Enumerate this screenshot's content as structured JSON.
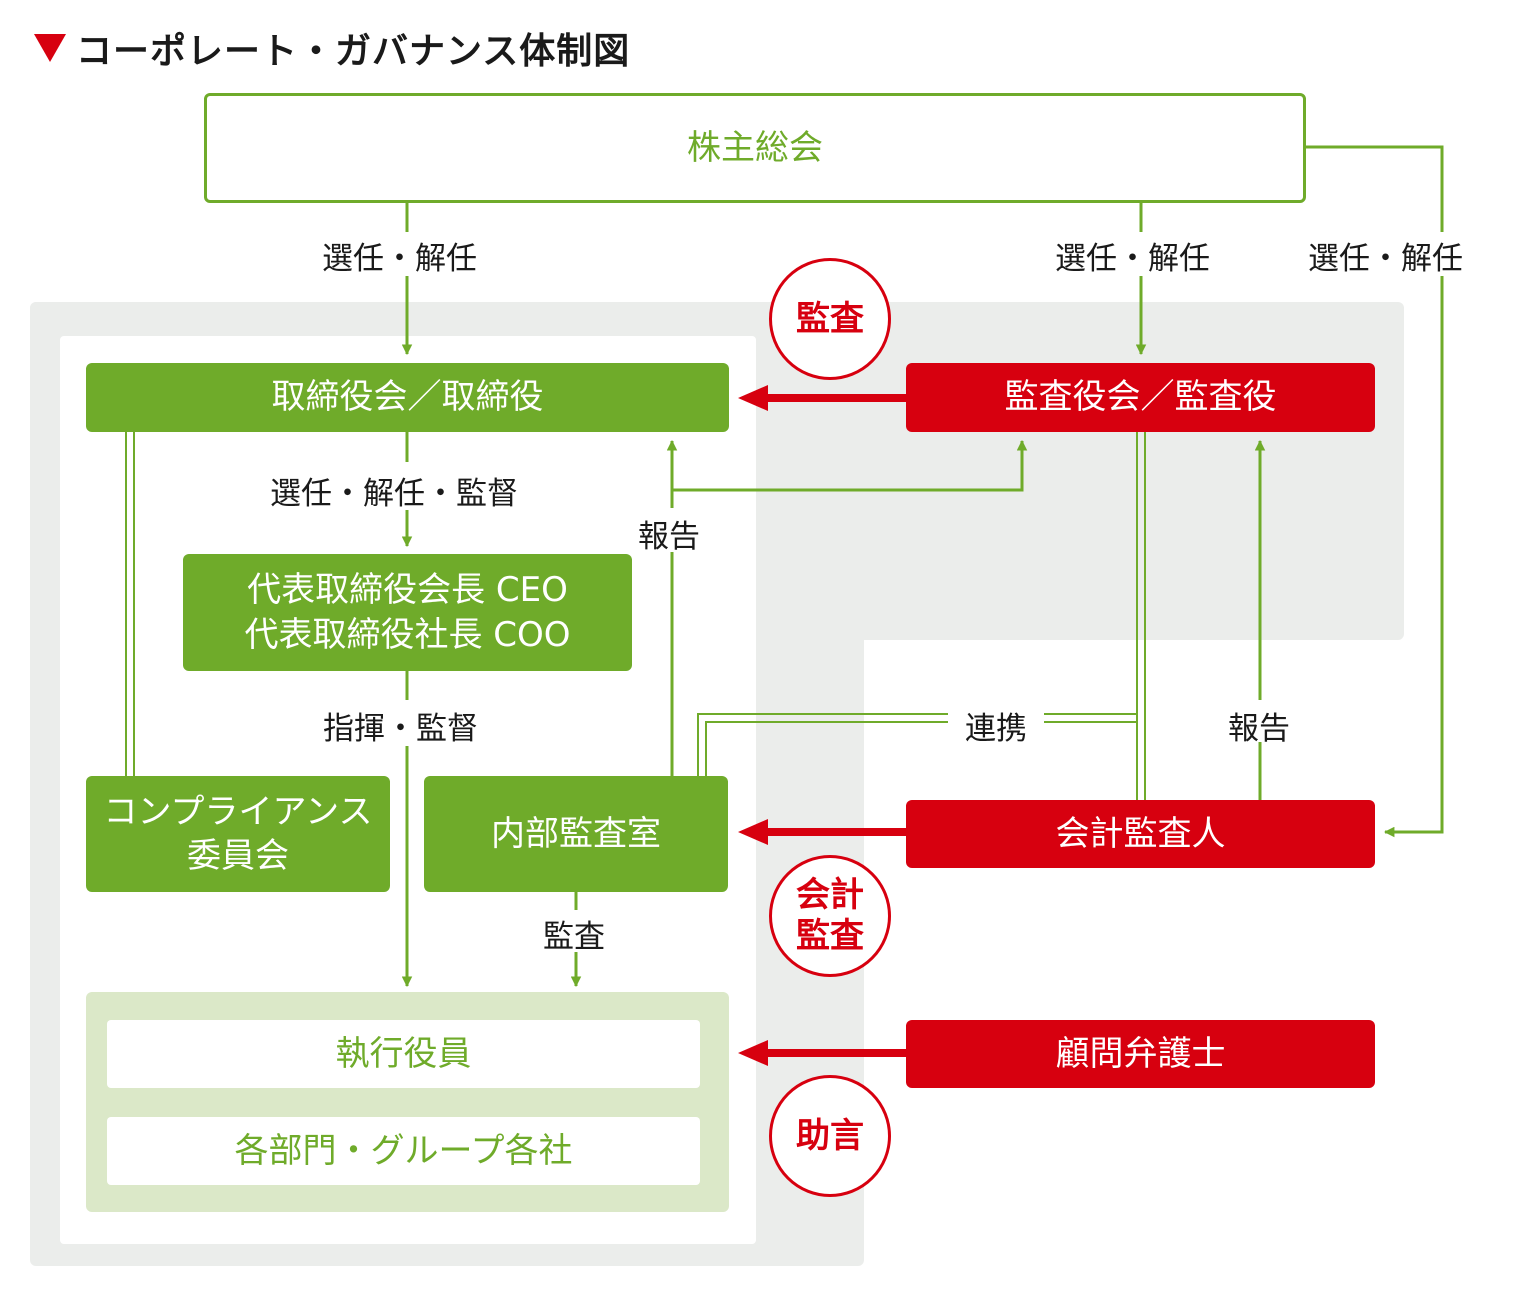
{
  "title": "コーポレート・ガバナンス体制図",
  "colors": {
    "green": "#6fab2a",
    "red": "#d7000f",
    "light_green": "#dbe8c8",
    "gray": "#ebedeb"
  },
  "nodes": {
    "shareholders": "株主総会",
    "board": "取締役会／取締役",
    "auditors": "監査役会／監査役",
    "ceo_line1": "代表取締役会長 CEO",
    "ceo_line2": "代表取締役社長 COO",
    "compliance_line1": "コンプライアンス",
    "compliance_line2": "委員会",
    "internal_audit": "内部監査室",
    "accounting_auditor": "会計監査人",
    "executive_officers": "執行役員",
    "departments": "各部門・グループ各社",
    "legal_advisor": "顧問弁護士"
  },
  "labels": {
    "elect_dismiss": "選任・解任",
    "elect_dismiss_supervise": "選任・解任・監督",
    "command_supervise": "指揮・監督",
    "report": "報告",
    "cooperation": "連携",
    "audit": "監査"
  },
  "circles": {
    "audit": "監査",
    "accounting_audit_line1": "会計",
    "accounting_audit_line2": "監査",
    "advice": "助言"
  }
}
